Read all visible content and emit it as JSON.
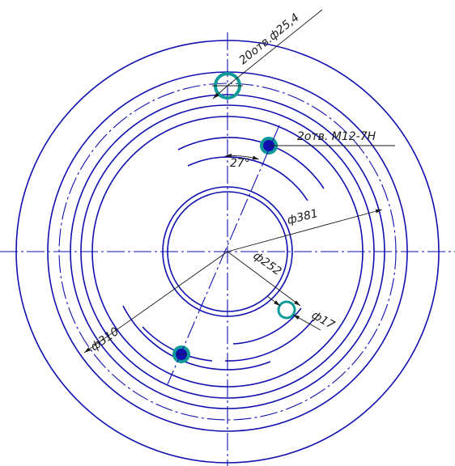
{
  "annotations": {
    "holes_large": "20отв.ф25,4",
    "holes_threaded": "2отв. М12-7Н",
    "angle": "27°",
    "dia_381": "ф381",
    "dia_252": "ф252",
    "dia_17": "ф17",
    "dia_310": "ф310"
  },
  "colors": {
    "outline": "#1010b0",
    "hole": "#0f9a9a",
    "dimension": "#1a1a1a"
  }
}
